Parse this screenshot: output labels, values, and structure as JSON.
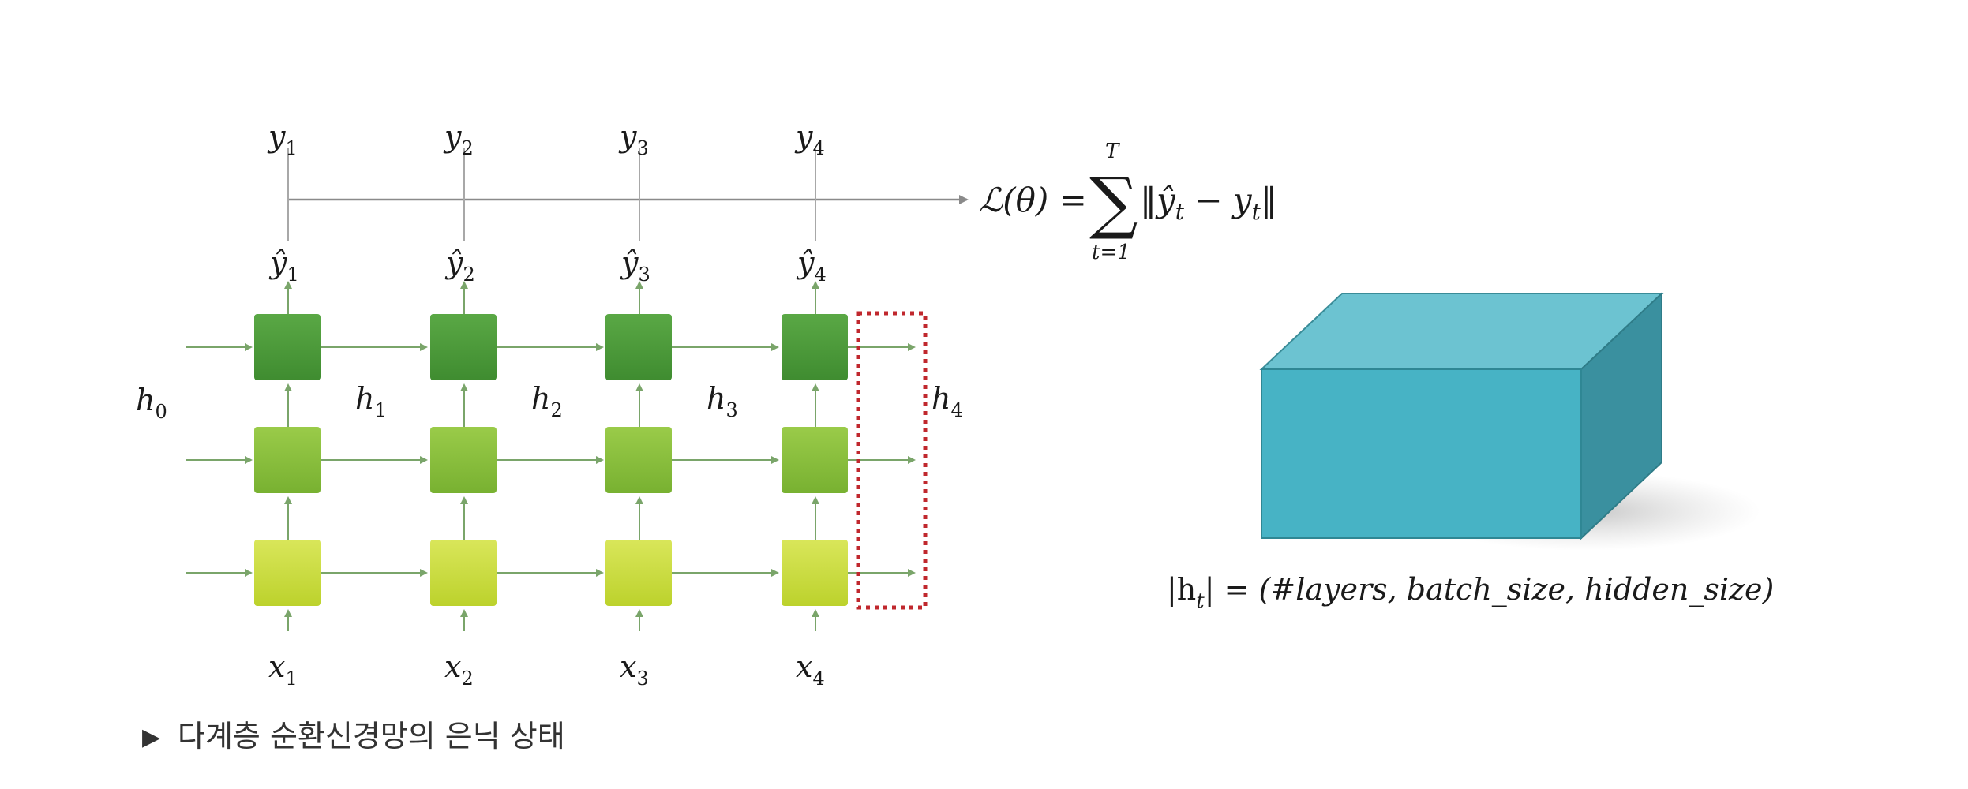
{
  "diagram": {
    "outputs": [
      {
        "base": "y",
        "sub": "1"
      },
      {
        "base": "y",
        "sub": "2"
      },
      {
        "base": "y",
        "sub": "3"
      },
      {
        "base": "y",
        "sub": "4"
      }
    ],
    "predictions": [
      {
        "base": "ŷ",
        "sub": "1"
      },
      {
        "base": "ŷ",
        "sub": "2"
      },
      {
        "base": "ŷ",
        "sub": "3"
      },
      {
        "base": "ŷ",
        "sub": "4"
      }
    ],
    "inputs": [
      {
        "base": "x",
        "sub": "1"
      },
      {
        "base": "x",
        "sub": "2"
      },
      {
        "base": "x",
        "sub": "3"
      },
      {
        "base": "x",
        "sub": "4"
      }
    ],
    "hidden_states": [
      {
        "base": "h",
        "sub": "0"
      },
      {
        "base": "h",
        "sub": "1"
      },
      {
        "base": "h",
        "sub": "2"
      },
      {
        "base": "h",
        "sub": "3"
      },
      {
        "base": "h",
        "sub": "4"
      }
    ],
    "loss": {
      "lhs": "ℒ(θ) = ",
      "sum_symbol": "∑",
      "upper": "T",
      "lower": "t=1",
      "term_open": "‖",
      "term_hat": "ŷ",
      "term_sub1": "t",
      "term_mid": " − y",
      "term_sub2": "t",
      "term_close": "‖"
    },
    "tensor_shape": {
      "left": "|h",
      "sub": "t",
      "right": "| = (#layers, batch_size, hidden_size)"
    },
    "caption": {
      "marker": "▶",
      "text": "다계층 순환신경망의 은닉 상태"
    },
    "colors": {
      "arrow": "#7aa56a",
      "layer_top": "#4e9a3a",
      "layer_mid": "#88bf3c",
      "layer_bottom": "#c9dd3a",
      "highlight": "#c0272d",
      "box_front": "#47b3c5",
      "box_top": "#6cc3d1",
      "box_side": "#3a909f"
    }
  }
}
